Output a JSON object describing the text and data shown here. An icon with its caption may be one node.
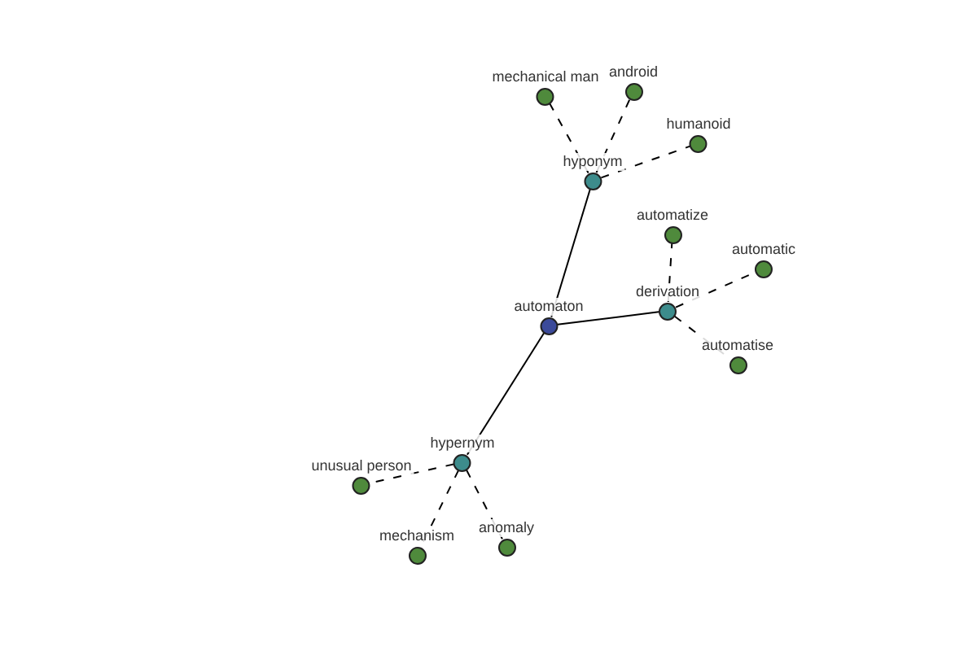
{
  "diagram": {
    "nodes": [
      {
        "text": [
          "automaton"
        ]
      },
      {
        "text": [
          "hyponym"
        ]
      },
      {
        "text": [
          "mechanical man"
        ]
      },
      {
        "text": [
          "android"
        ]
      },
      {
        "text": [
          "humanoid"
        ]
      },
      {
        "text": [
          "derivation"
        ]
      },
      {
        "text": [
          "automatize"
        ]
      },
      {
        "text": [
          "automatic"
        ]
      },
      {
        "text": [
          "automatise"
        ]
      },
      {
        "text": [
          "hypernym"
        ]
      },
      {
        "text": [
          "unusual person"
        ]
      },
      {
        "text": [
          "mechanism"
        ]
      },
      {
        "text": [
          "anomaly"
        ]
      }
    ],
    "edges": [
      {
        "from": 0,
        "to": 1,
        "arrow": "none"
      },
      {
        "from": 1,
        "to": 2,
        "arrow": "none",
        "style": "dashed"
      },
      {
        "from": 1,
        "to": 3,
        "arrow": "none",
        "style": "dashed"
      },
      {
        "from": 1,
        "to": 4,
        "arrow": "none",
        "style": "dashed"
      },
      {
        "from": 0,
        "to": 5,
        "arrow": "none"
      },
      {
        "from": 5,
        "to": 6,
        "arrow": "none",
        "style": "dashed"
      },
      {
        "from": 5,
        "to": 7,
        "arrow": "none",
        "style": "dashed"
      },
      {
        "from": 5,
        "to": 8,
        "arrow": "none",
        "style": "dashed"
      },
      {
        "from": 0,
        "to": 9,
        "arrow": "none"
      },
      {
        "from": 9,
        "to": 10,
        "arrow": "none",
        "style": "dashed"
      },
      {
        "from": 9,
        "to": 11,
        "arrow": "none",
        "style": "dashed"
      },
      {
        "from": 9,
        "to": 12,
        "arrow": "none",
        "style": "dashed"
      }
    ]
  }
}
